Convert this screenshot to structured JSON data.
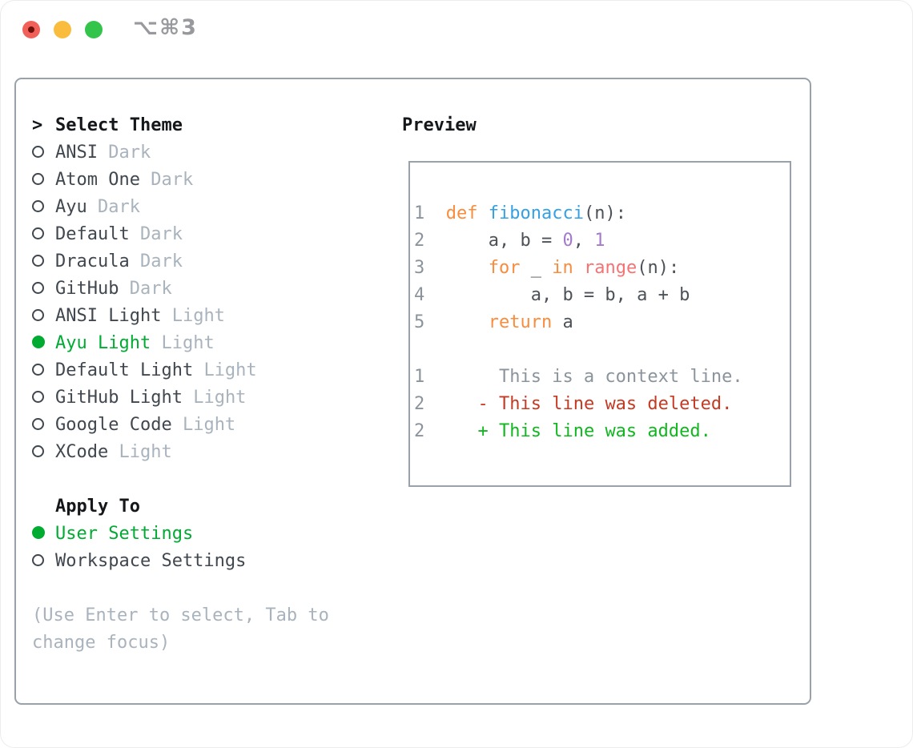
{
  "window": {
    "title": "⌥⌘3",
    "traffic_lights": [
      {
        "name": "close-button"
      },
      {
        "name": "minimize-button"
      },
      {
        "name": "zoom-button"
      }
    ]
  },
  "theme_picker": {
    "header": {
      "cursor": ">",
      "label": "Select Theme"
    },
    "themes": [
      {
        "name": "ANSI",
        "variant": "Dark",
        "selected": false
      },
      {
        "name": "Atom One",
        "variant": "Dark",
        "selected": false
      },
      {
        "name": "Ayu",
        "variant": "Dark",
        "selected": false
      },
      {
        "name": "Default",
        "variant": "Dark",
        "selected": false
      },
      {
        "name": "Dracula",
        "variant": "Dark",
        "selected": false
      },
      {
        "name": "GitHub",
        "variant": "Dark",
        "selected": false
      },
      {
        "name": "ANSI Light",
        "variant": "Light",
        "selected": false
      },
      {
        "name": "Ayu Light",
        "variant": "Light",
        "selected": true
      },
      {
        "name": "Default Light",
        "variant": "Light",
        "selected": false
      },
      {
        "name": "GitHub Light",
        "variant": "Light",
        "selected": false
      },
      {
        "name": "Google Code",
        "variant": "Light",
        "selected": false
      },
      {
        "name": "XCode",
        "variant": "Light",
        "selected": false
      }
    ],
    "apply_to": {
      "header": "Apply To",
      "options": [
        {
          "label": "User Settings",
          "selected": true
        },
        {
          "label": "Workspace Settings",
          "selected": false
        }
      ]
    },
    "hint_lines": [
      "(Use Enter to select, Tab to",
      "change focus)"
    ]
  },
  "preview": {
    "header": "Preview",
    "code_lines": [
      [
        [
          "ln",
          "1  "
        ],
        [
          "kw",
          "def"
        ],
        [
          "pl",
          " "
        ],
        [
          "fn",
          "fibonacci"
        ],
        [
          "pl",
          "(n):"
        ]
      ],
      [
        [
          "ln",
          "2  "
        ],
        [
          "pl",
          "    a, b = "
        ],
        [
          "num",
          "0"
        ],
        [
          "pl",
          ", "
        ],
        [
          "num",
          "1"
        ]
      ],
      [
        [
          "ln",
          "3  "
        ],
        [
          "pl",
          "    "
        ],
        [
          "kw",
          "for"
        ],
        [
          "pl",
          " _ "
        ],
        [
          "kw",
          "in"
        ],
        [
          "pl",
          " "
        ],
        [
          "bi",
          "range"
        ],
        [
          "pl",
          "(n):"
        ]
      ],
      [
        [
          "ln",
          "4  "
        ],
        [
          "pl",
          "        a, b = b, a + b"
        ]
      ],
      [
        [
          "ln",
          "5  "
        ],
        [
          "pl",
          "    "
        ],
        [
          "kw",
          "return"
        ],
        [
          "pl",
          " a"
        ]
      ],
      [],
      [
        [
          "ln",
          "1  "
        ],
        [
          "ctx",
          "     This is a context line."
        ]
      ],
      [
        [
          "ln",
          "2  "
        ],
        [
          "pl",
          "   "
        ],
        [
          "del",
          "- This line was deleted."
        ]
      ],
      [
        [
          "ln",
          "2  "
        ],
        [
          "pl",
          "   "
        ],
        [
          "add",
          "+ This line was added."
        ]
      ]
    ]
  },
  "colors": {
    "accent_green": "#00ab32",
    "added_green": "#10b71f",
    "deleted_red": "#c43a23",
    "keyword_orange": "#f98c3d",
    "function_blue": "#35a0e4",
    "number_purple": "#a37acc",
    "builtin_coral": "#f57373",
    "line_number_gray": "#8b949c",
    "muted_gray": "#a9b3bd",
    "panel_border": "#99a1ab",
    "traffic_red": "#f2605a",
    "traffic_yellow": "#fabc3c",
    "traffic_green": "#33c54b"
  }
}
